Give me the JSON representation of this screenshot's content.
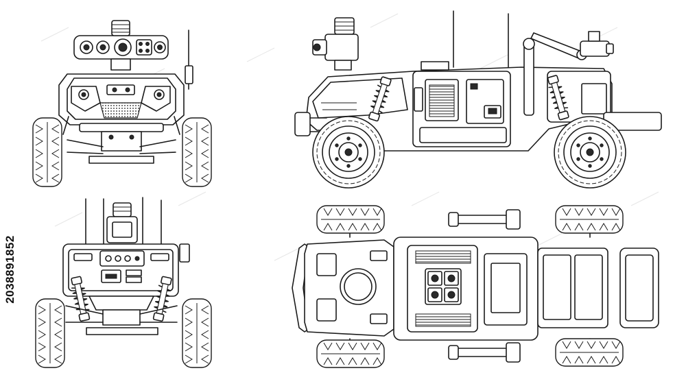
{
  "image": {
    "stock_id": "2038891852"
  },
  "views": [
    {
      "name": "front"
    },
    {
      "name": "side"
    },
    {
      "name": "rear"
    },
    {
      "name": "top"
    }
  ],
  "colors": {
    "line": "#1a1a1a",
    "fill": "#ffffff",
    "background": "#ffffff"
  }
}
